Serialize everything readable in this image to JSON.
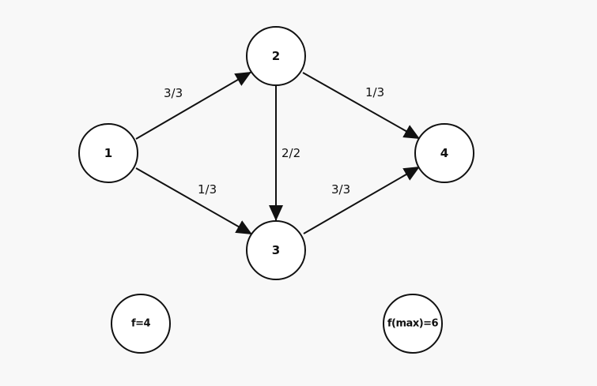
{
  "graph": {
    "nodes": [
      {
        "id": "1",
        "label": "1"
      },
      {
        "id": "2",
        "label": "2"
      },
      {
        "id": "3",
        "label": "3"
      },
      {
        "id": "4",
        "label": "4"
      }
    ],
    "edges": [
      {
        "from": "1",
        "to": "2",
        "label": "3/3"
      },
      {
        "from": "1",
        "to": "3",
        "label": "1/3"
      },
      {
        "from": "2",
        "to": "3",
        "label": "2/2"
      },
      {
        "from": "2",
        "to": "4",
        "label": "1/3"
      },
      {
        "from": "3",
        "to": "4",
        "label": "3/3"
      }
    ]
  },
  "flow_node": {
    "label": "f=4"
  },
  "max_flow_node": {
    "label": "f(max)=6"
  },
  "colors": {
    "stroke": "#111111",
    "node_fill": "#ffffff",
    "background": "#f8f8f8"
  }
}
